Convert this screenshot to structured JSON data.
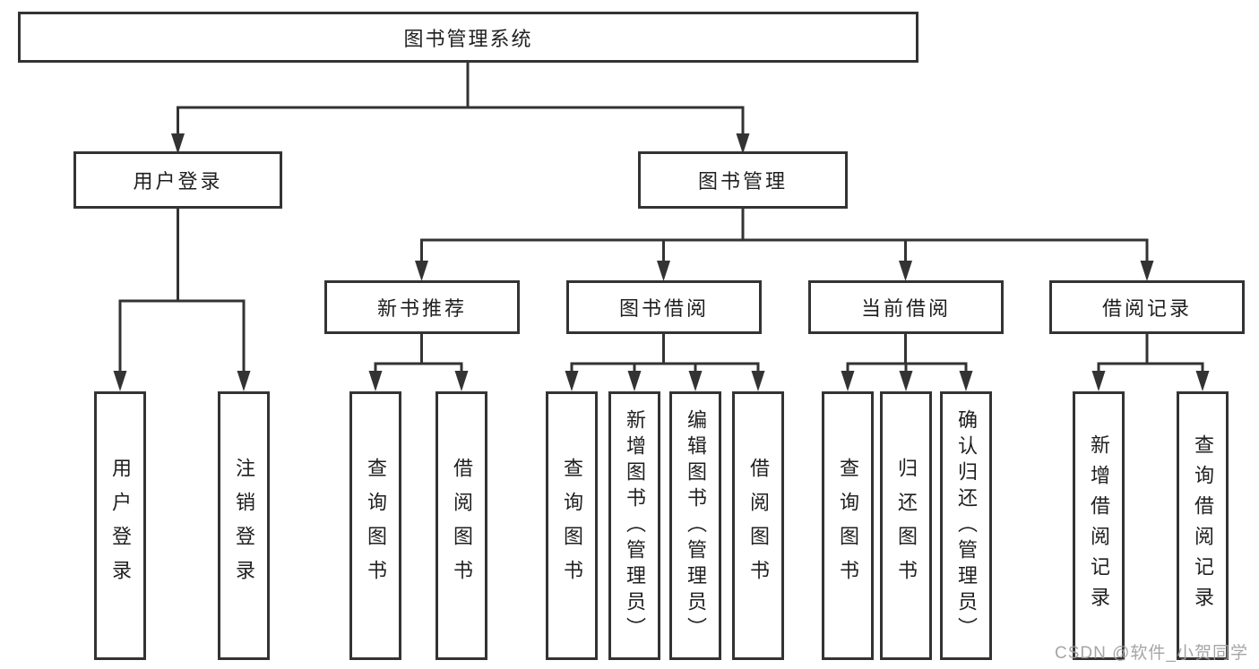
{
  "diagram": {
    "type": "tree",
    "title": "图书管理系统",
    "root": {
      "label": "图书管理系统"
    },
    "level2": [
      {
        "label": "用户登录",
        "children": [
          "用户登录",
          "注销登录"
        ]
      },
      {
        "label": "图书管理",
        "children": [
          "新书推荐",
          "图书借阅",
          "当前借阅",
          "借阅记录"
        ]
      }
    ],
    "level3": [
      {
        "label": "新书推荐",
        "parent": "图书管理",
        "children": [
          "查询图书",
          "借阅图书"
        ]
      },
      {
        "label": "图书借阅",
        "parent": "图书管理",
        "children": [
          "查询图书",
          "新增图书（管理员）",
          "编辑图书（管理员）",
          "借阅图书"
        ]
      },
      {
        "label": "当前借阅",
        "parent": "图书管理",
        "children": [
          "查询图书",
          "归还图书",
          "确认归还（管理员）"
        ]
      },
      {
        "label": "借阅记录",
        "parent": "图书管理",
        "children": [
          "新增借阅记录",
          "查询借阅记录"
        ]
      }
    ],
    "leaves": [
      {
        "label": "用户登录",
        "parent": "用户登录"
      },
      {
        "label": "注销登录",
        "parent": "用户登录"
      },
      {
        "label": "查询图书",
        "parent": "新书推荐"
      },
      {
        "label": "借阅图书",
        "parent": "新书推荐"
      },
      {
        "label": "查询图书",
        "parent": "图书借阅"
      },
      {
        "label": "新增图书（管理员）",
        "parent": "图书借阅"
      },
      {
        "label": "编辑图书（管理员）",
        "parent": "图书借阅"
      },
      {
        "label": "借阅图书",
        "parent": "图书借阅"
      },
      {
        "label": "查询图书",
        "parent": "当前借阅"
      },
      {
        "label": "归还图书",
        "parent": "当前借阅"
      },
      {
        "label": "确认归还（管理员）",
        "parent": "当前借阅"
      },
      {
        "label": "新增借阅记录",
        "parent": "借阅记录"
      },
      {
        "label": "查询借阅记录",
        "parent": "借阅记录"
      }
    ],
    "watermark": "CSDN @软件_小贺同学",
    "colors": {
      "line": "#333333",
      "border": "#333333",
      "background": "#ffffff",
      "text": "#1f1f1f",
      "watermark": "#9e9e9e"
    }
  }
}
